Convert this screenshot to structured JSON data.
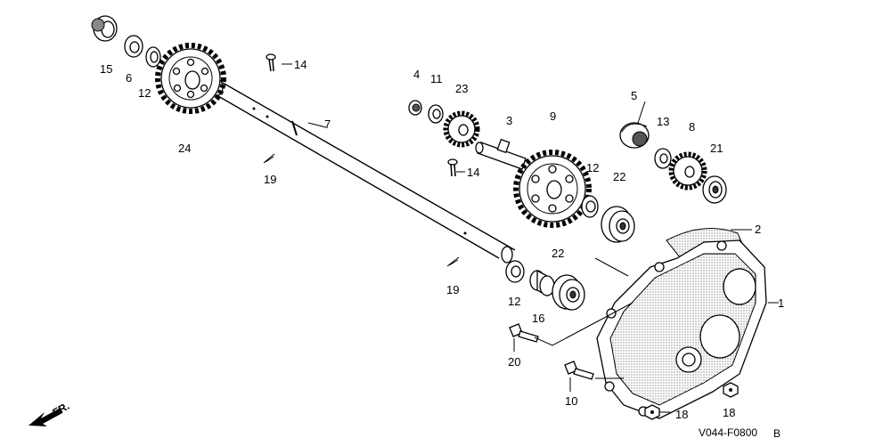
{
  "diagram": {
    "callouts": [
      "1",
      "2",
      "3",
      "4",
      "5",
      "6",
      "7",
      "8",
      "9",
      "10",
      "11",
      "12",
      "12",
      "12",
      "13",
      "14",
      "14",
      "15",
      "16",
      "18",
      "18",
      "19",
      "19",
      "20",
      "21",
      "22",
      "22",
      "23",
      "24"
    ],
    "figure_code": "V044-F0800",
    "figure_code_suffix": "B",
    "direction_label": "FR."
  }
}
